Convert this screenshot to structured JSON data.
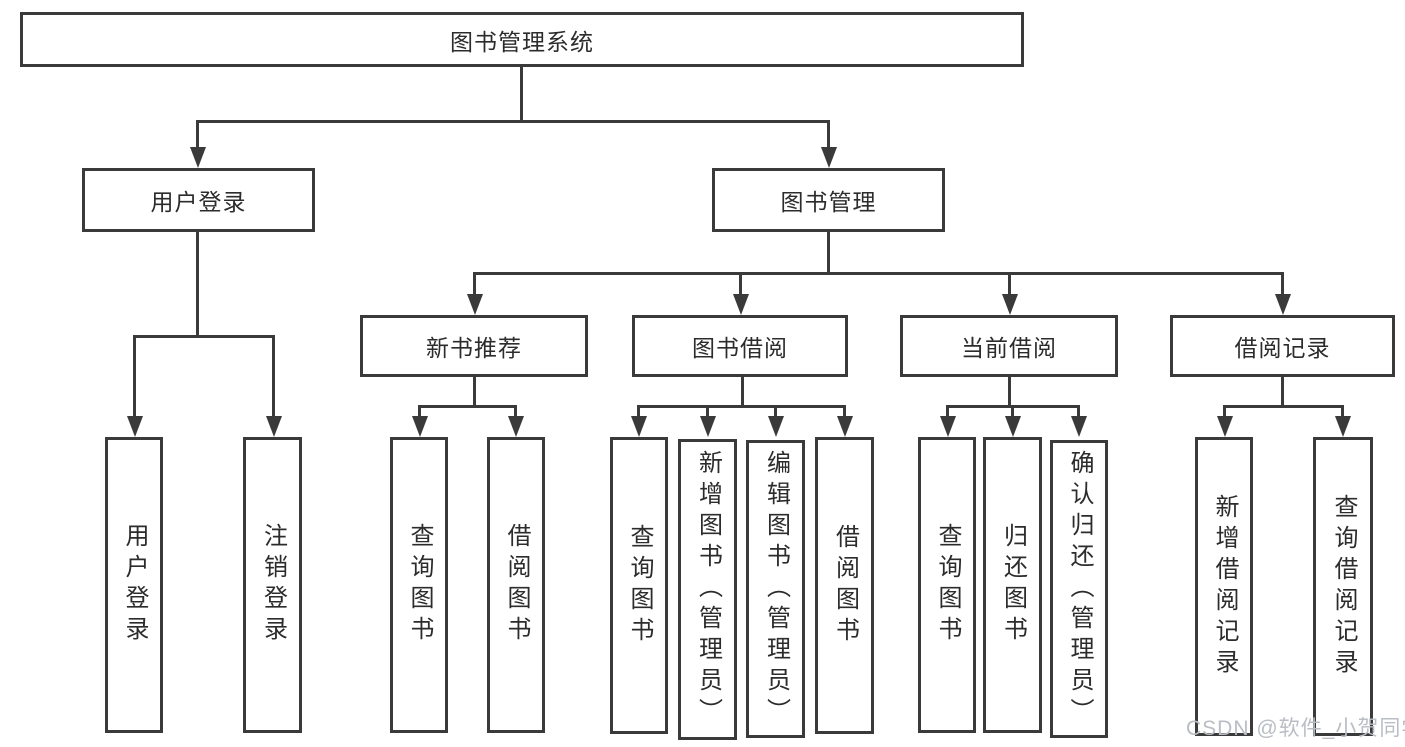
{
  "diagram": {
    "type": "hierarchy-tree",
    "title": "图书管理系统",
    "nodes": {
      "root": "图书管理系统",
      "level2": [
        {
          "label": "用户登录"
        },
        {
          "label": "图书管理"
        }
      ],
      "level3": [
        {
          "label": "新书推荐"
        },
        {
          "label": "图书借阅"
        },
        {
          "label": "当前借阅"
        },
        {
          "label": "借阅记录"
        }
      ],
      "leaves": {
        "user_login": [
          "用户登录",
          "注销登录"
        ],
        "new_books": [
          "查询图书",
          "借阅图书"
        ],
        "book_borrow": [
          "查询图书",
          "新增图书（管理员）",
          "编辑图书（管理员）",
          "借阅图书"
        ],
        "current_borrow": [
          "查询图书",
          "归还图书",
          "确认归还（管理员）"
        ],
        "borrow_records": [
          "新增借阅记录",
          "查询借阅记录"
        ]
      }
    },
    "edges": [
      "图书管理系统→用户登录",
      "图书管理系统→图书管理",
      "用户登录→用户登录",
      "用户登录→注销登录",
      "图书管理→新书推荐",
      "图书管理→图书借阅",
      "图书管理→当前借阅",
      "图书管理→借阅记录",
      "新书推荐→查询图书",
      "新书推荐→借阅图书",
      "图书借阅→查询图书",
      "图书借阅→新增图书（管理员）",
      "图书借阅→编辑图书（管理员）",
      "图书借阅→借阅图书",
      "当前借阅→查询图书",
      "当前借阅→归还图书",
      "当前借阅→确认归还（管理员）",
      "借阅记录→新增借阅记录",
      "借阅记录→查询借阅记录"
    ],
    "colors": {
      "line": "#3a3a3a",
      "box_border": "#3a3a3a",
      "text": "#2c2c2c",
      "background": "#ffffff",
      "watermark": "#b9bdc4"
    }
  },
  "watermark": {
    "text": "CSDN @软件_小贺同学"
  }
}
